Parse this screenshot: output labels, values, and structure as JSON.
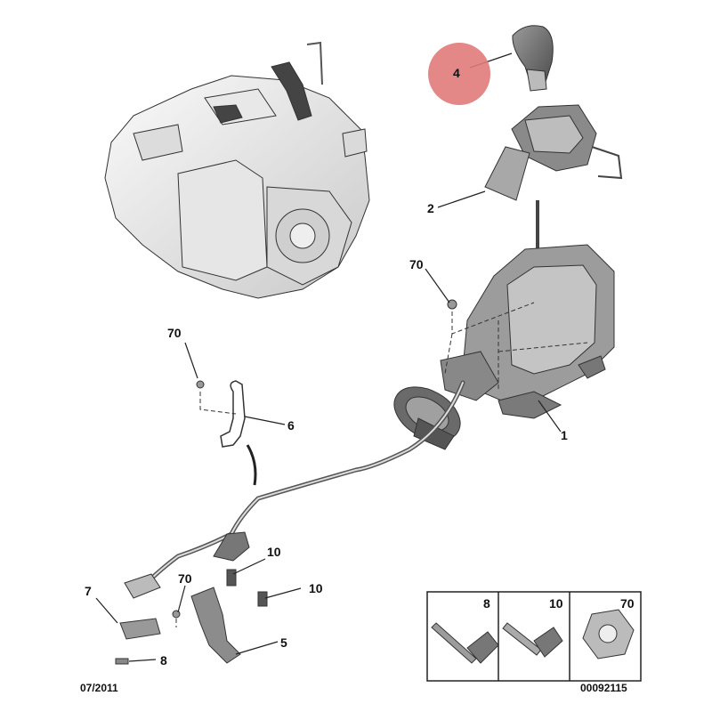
{
  "callouts": {
    "c4": "4",
    "c2": "2",
    "c70_top": "70",
    "c1": "1",
    "c70_left": "70",
    "c6": "6",
    "c10_a": "10",
    "c10_b": "10",
    "c7": "7",
    "c70_bottom": "70",
    "c5": "5",
    "c8": "8"
  },
  "legend": {
    "items": [
      "8",
      "10",
      "70"
    ]
  },
  "footer": {
    "date": "07/2011",
    "code": "00092115"
  },
  "colors": {
    "highlight": "#e07a7a",
    "line": "#222222",
    "part_fill": "#f2f2f2",
    "part_shade": "#bdbdbd",
    "dark_part": "#444444"
  }
}
